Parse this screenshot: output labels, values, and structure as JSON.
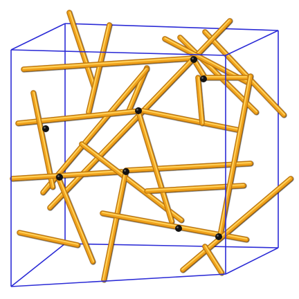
{
  "diagram": {
    "kind": "3d-rod-network-in-cube",
    "colors": {
      "box_edges": "#2b2bd6",
      "rod_dark": "#b8730c",
      "rod_light": "#ffd15a",
      "rod_base": "#f0a21d",
      "junction": "#111111"
    },
    "rod_count": 23,
    "junction_count": 8
  }
}
